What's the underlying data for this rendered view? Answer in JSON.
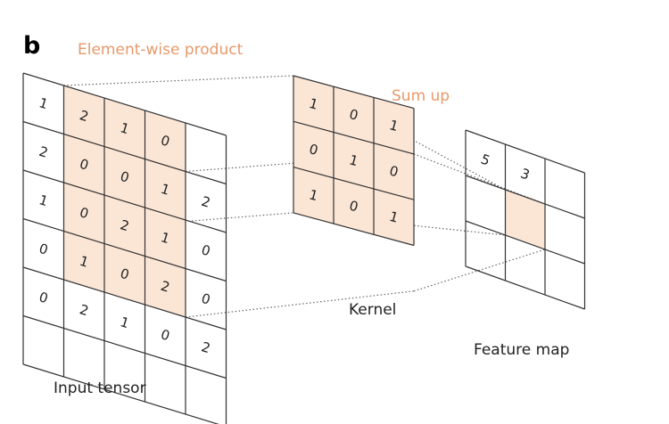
{
  "panel_label": "b",
  "annotations": {
    "element_wise_product": "Element-wise product",
    "sum_up": "Sum up"
  },
  "labels": {
    "input": "Input tensor",
    "kernel": "Kernel",
    "feature_map": "Feature map"
  },
  "colors": {
    "accent": "#e8996a",
    "highlight": "#fbe6d6",
    "line": "#333333"
  },
  "input_tensor": [
    [
      "1",
      "2",
      "1",
      "0",
      ""
    ],
    [
      "2",
      "0",
      "0",
      "1",
      "2"
    ],
    [
      "1",
      "0",
      "2",
      "1",
      "0"
    ],
    [
      "0",
      "1",
      "0",
      "2",
      "0"
    ],
    [
      "0",
      "2",
      "1",
      "0",
      "2"
    ],
    [
      "",
      "",
      "",
      "",
      ""
    ]
  ],
  "kernel": [
    [
      "1",
      "0",
      "1"
    ],
    [
      "0",
      "1",
      "0"
    ],
    [
      "1",
      "0",
      "1"
    ]
  ],
  "feature_map": [
    [
      "5",
      "3",
      ""
    ],
    [
      "",
      "",
      ""
    ],
    [
      "",
      "",
      ""
    ]
  ]
}
